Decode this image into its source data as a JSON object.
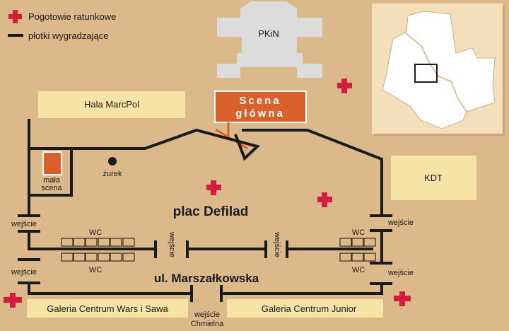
{
  "legend": {
    "items": [
      {
        "icon": "red-cross",
        "label": "Pogotowie ratunkowe"
      },
      {
        "icon": "black-line",
        "label": "płotki wygradzające"
      }
    ]
  },
  "landmarks": {
    "pkin": "PKiN",
    "hala": "Hala MarcPol",
    "scena_glowna": [
      "Scena",
      "główna"
    ],
    "mala_scena": [
      "mała",
      "scena"
    ],
    "zurek": "żurek",
    "plac": "plac Defilad",
    "kdt": "KDT",
    "ulica": "ul. Marszałkowska",
    "galeria_wars": "Galeria Centrum Wars i Sawa",
    "galeria_junior": "Galeria Centrum Junior",
    "chmielna": [
      "wejście",
      "Chmielna"
    ]
  },
  "entrance_label": "wejście",
  "wc_label": "WC",
  "colors": {
    "background": "#dcb98a",
    "building": "#f6e3a6",
    "stage": "#d9602b",
    "cross": "#d31d3f",
    "fence": "#1a1a1a"
  }
}
